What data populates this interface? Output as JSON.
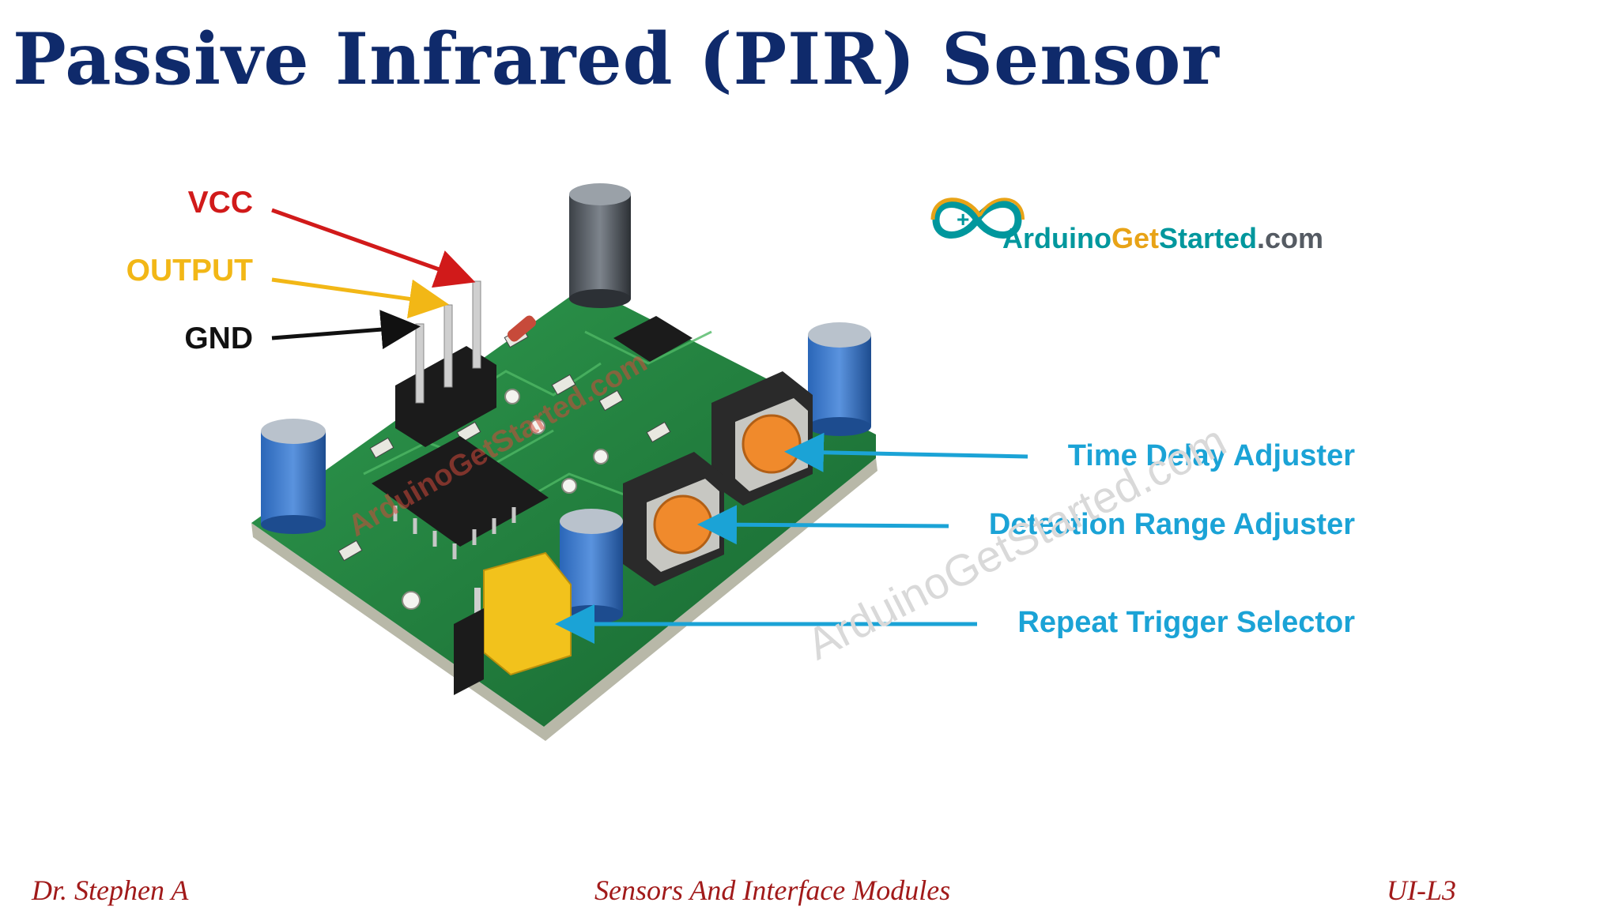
{
  "slide": {
    "title": "Passive Infrared (PIR) Sensor",
    "pins": {
      "vcc": "VCC",
      "output": "OUTPUT",
      "gnd": "GND"
    },
    "callouts": {
      "time_delay": "Time Delay Adjuster",
      "detection_range": "Detection Range Adjuster",
      "repeat_trigger": "Repeat Trigger Selector"
    },
    "logo": {
      "part1": "Arduino",
      "part2": "Get",
      "part3": "Started",
      "part4": ".com"
    },
    "watermark": "ArduinoGetStarted.com",
    "footer": {
      "author": "Dr. Stephen A",
      "course": "Sensors And Interface Modules",
      "unit": "UI-L3"
    }
  },
  "colors": {
    "title": "#0f2a6b",
    "vcc": "#d11a1a",
    "output": "#f2b716",
    "gnd": "#111111",
    "callout": "#1ba3d6",
    "footer": "#a11a1a",
    "pcb": "#1f7a3a"
  }
}
